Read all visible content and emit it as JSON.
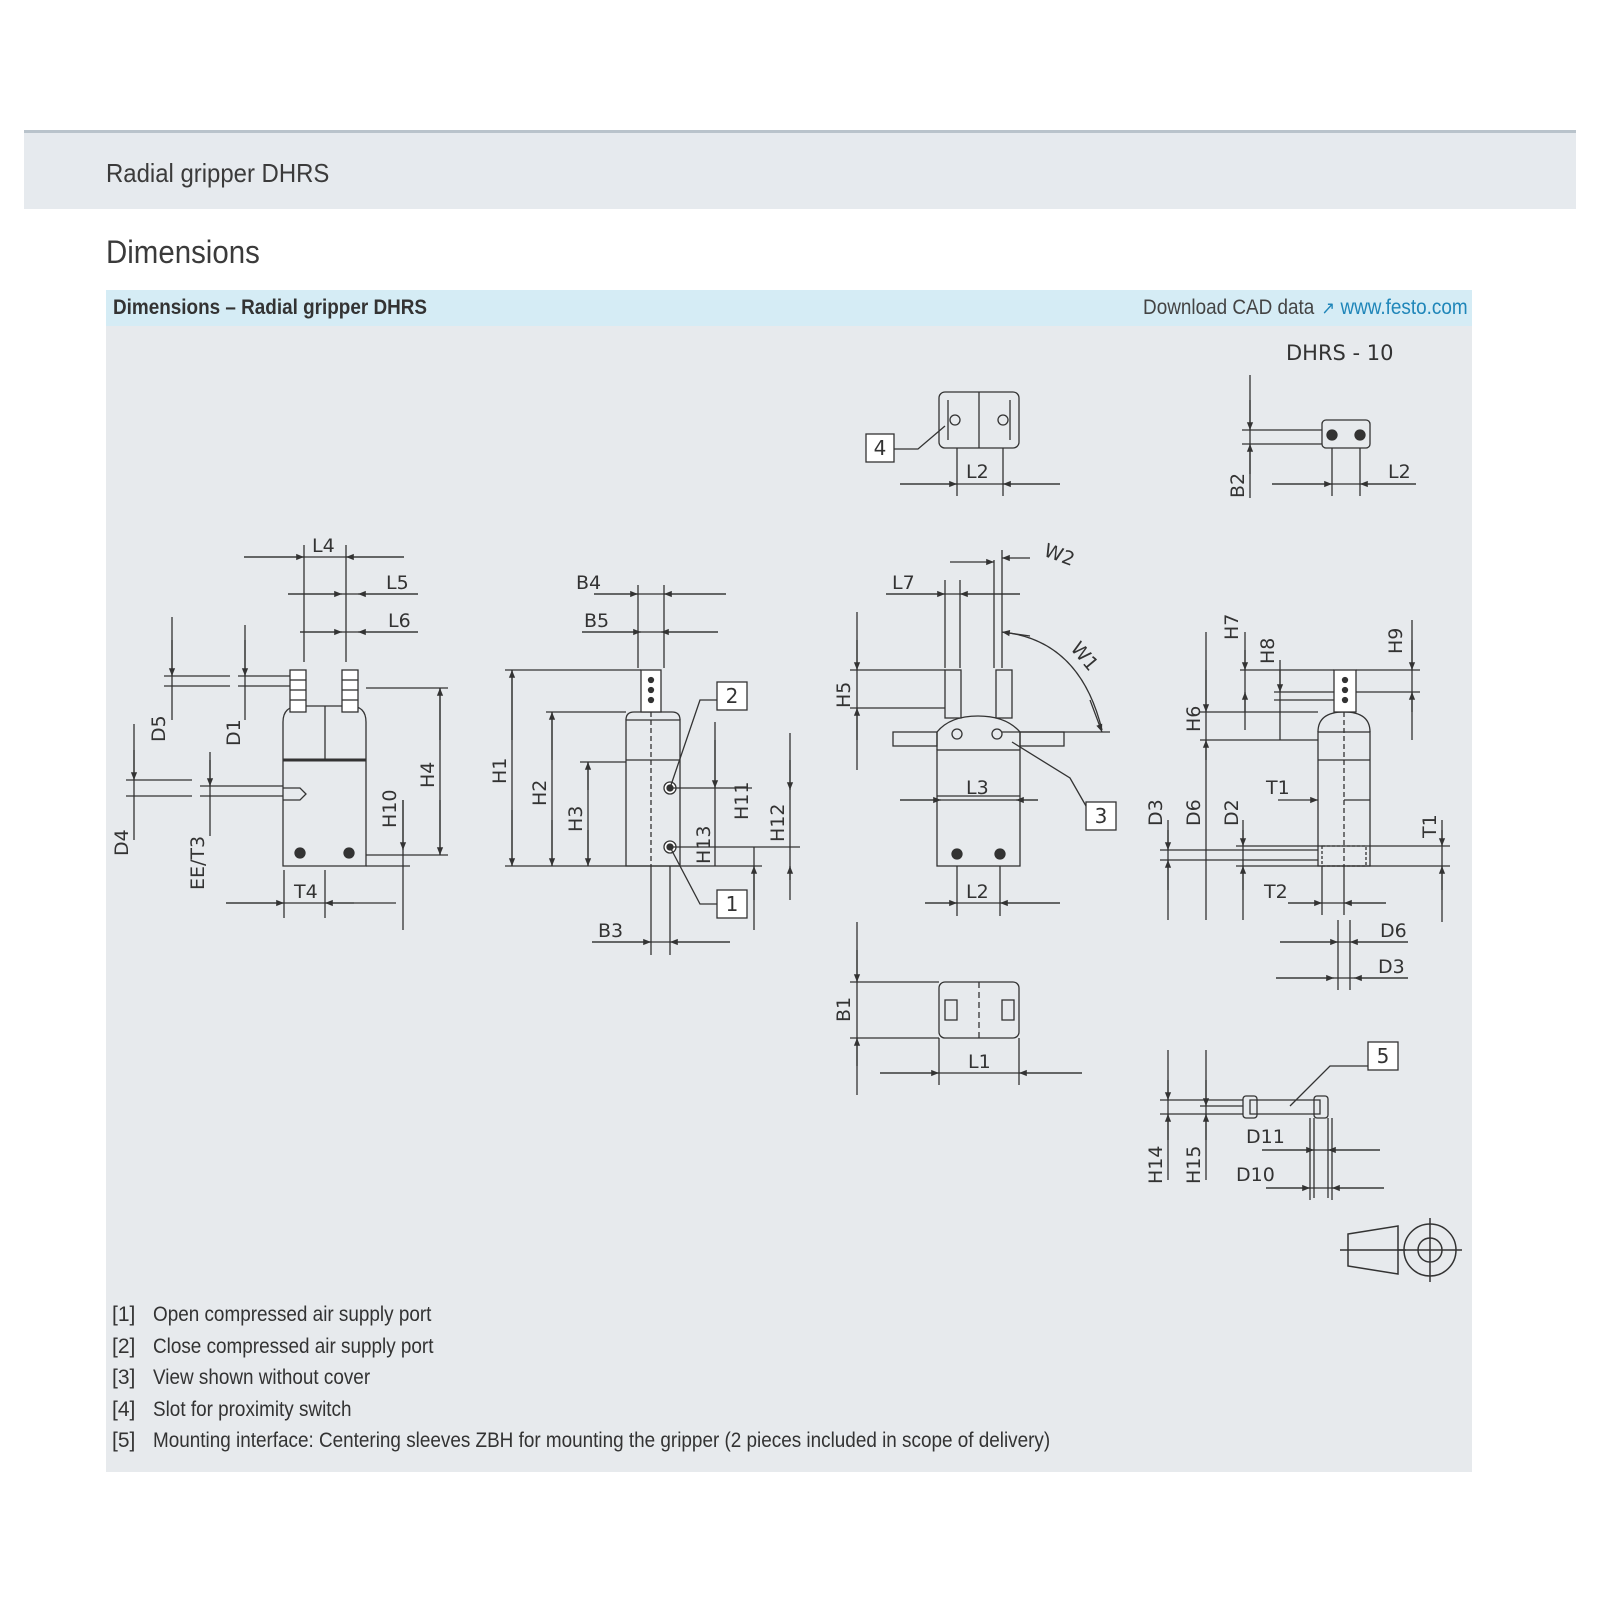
{
  "header": {
    "product_title": "Radial gripper DHRS"
  },
  "section": {
    "title": "Dimensions"
  },
  "panel": {
    "title": "Dimensions – Radial gripper DHRS",
    "cad_label": "Download CAD data",
    "cad_link": "www.festo.com",
    "link_icon": "link-icon"
  },
  "drawing": {
    "model": "DHRS - 10",
    "labels": {
      "L1": "L1",
      "L2": "L2",
      "L3": "L3",
      "L4": "L4",
      "L5": "L5",
      "L6": "L6",
      "L7": "L7",
      "B1": "B1",
      "B2": "B2",
      "B3": "B3",
      "B4": "B4",
      "B5": "B5",
      "H1": "H1",
      "H2": "H2",
      "H3": "H3",
      "H4": "H4",
      "H5": "H5",
      "H6": "H6",
      "H7": "H7",
      "H8": "H8",
      "H9": "H9",
      "H10": "H10",
      "H11": "H11",
      "H12": "H12",
      "H13": "H13",
      "H14": "H14",
      "H15": "H15",
      "D1": "D1",
      "D2": "D2",
      "D3": "D3",
      "D4": "D4",
      "D5": "D5",
      "D6": "D6",
      "D10": "D10",
      "D11": "D11",
      "T1": "T1",
      "T2": "T2",
      "T4": "T4",
      "EE_T3": "EE/T3",
      "W1": "W1",
      "W2": "W2"
    },
    "callouts": {
      "c1": "1",
      "c2": "2",
      "c3": "3",
      "c4": "4",
      "c5": "5"
    }
  },
  "legend": [
    {
      "num": "[1]",
      "text": "Open compressed air supply port"
    },
    {
      "num": "[2]",
      "text": "Close compressed air supply port"
    },
    {
      "num": "[3]",
      "text": "View shown without cover"
    },
    {
      "num": "[4]",
      "text": "Slot for proximity switch"
    },
    {
      "num": "[5]",
      "text": "Mounting interface: Centering sleeves ZBH for mounting the gripper (2 pieces included in scope of delivery)"
    }
  ]
}
